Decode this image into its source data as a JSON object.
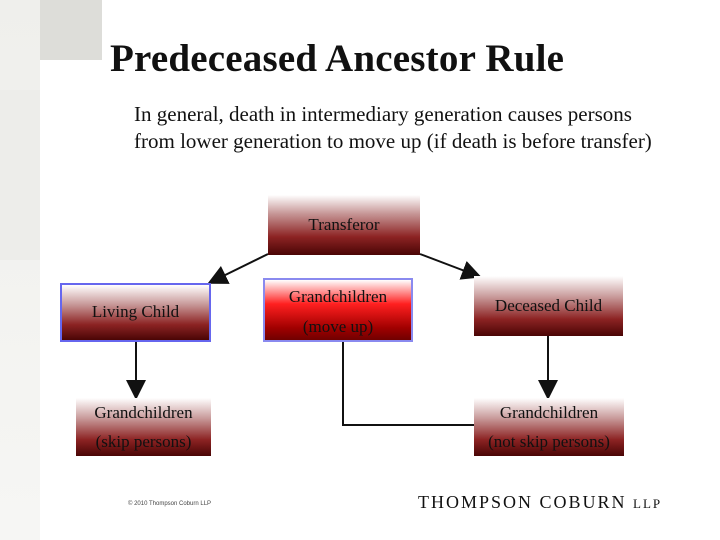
{
  "slide": {
    "title": "Predeceased Ancestor Rule",
    "body": "In general, death in intermediary generation causes persons from lower generation to move up (if death is before transfer)"
  },
  "diagram": {
    "transferor": "Transferor",
    "living_child": "Living Child",
    "grandchildren_move_up": [
      "Grandchildren",
      "(move up)"
    ],
    "deceased_child": "Deceased Child",
    "grandchildren_skip": [
      "Grandchildren",
      "(skip persons)"
    ],
    "grandchildren_not_skip": [
      "Grandchildren",
      "(not skip persons)"
    ]
  },
  "footer": {
    "copyright": "© 2010 Thompson Coburn LLP",
    "logo_main": "THOMPSON COBURN",
    "logo_suffix": "LLP"
  },
  "colors": {
    "box_gradient_dark": "#4a0505",
    "box_gradient_mid": "#8c2323",
    "highlight_red": "#ff2020",
    "border_blue": "#6666ee"
  }
}
